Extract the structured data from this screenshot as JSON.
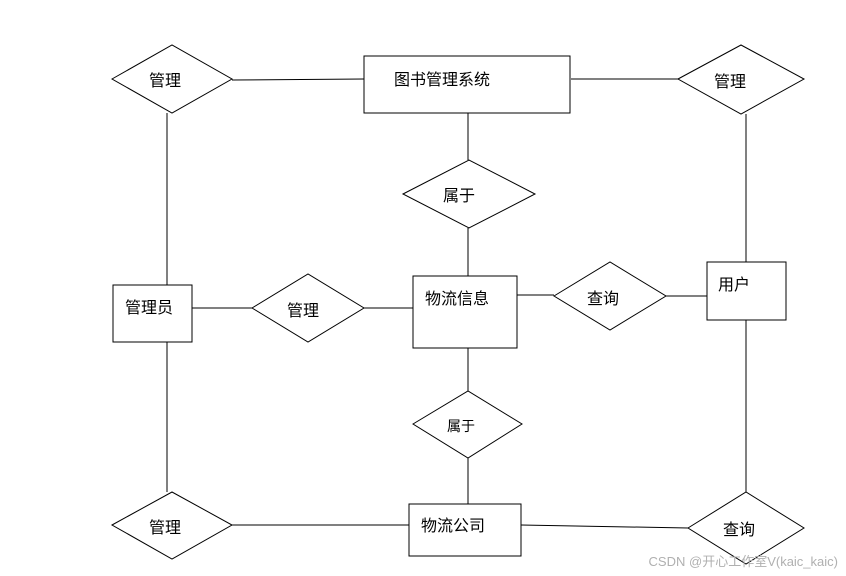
{
  "entities": {
    "system": "图书管理系统",
    "admin": "管理员",
    "logistics_info": "物流信息",
    "user": "用户",
    "logistics_company": "物流公司"
  },
  "relationships": {
    "manage_top_left": "管理",
    "manage_top_right": "管理",
    "belongs_top": "属于",
    "manage_middle": "管理",
    "query_middle": "查询",
    "belongs_bottom": "属于",
    "manage_bottom_left": "管理",
    "query_bottom_right": "查询"
  },
  "watermark": "CSDN @开心工作室V(kaic_kaic)"
}
